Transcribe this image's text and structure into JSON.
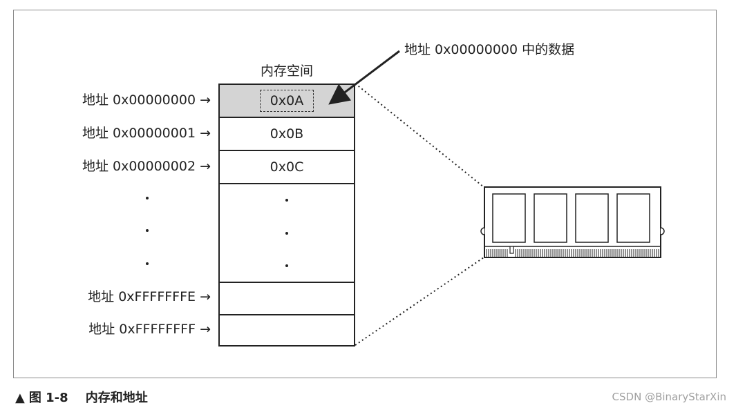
{
  "memory_title": "内存空间",
  "callout": "地址 0x00000000 中的数据",
  "addresses": [
    "地址 0x00000000 →",
    "地址 0x00000001 →",
    "地址 0x00000002 →",
    "地址 0xFFFFFFFE →",
    "地址 0xFFFFFFFF →"
  ],
  "cells": [
    "0x0A",
    "0x0B",
    "0x0C"
  ],
  "caption": {
    "marker": "▲",
    "text": "图 1-8    内存和地址"
  },
  "watermark": "CSDN @BinaryStarXin",
  "colors": {
    "highlight_cell": "#d4d4d4",
    "line": "#222222"
  }
}
